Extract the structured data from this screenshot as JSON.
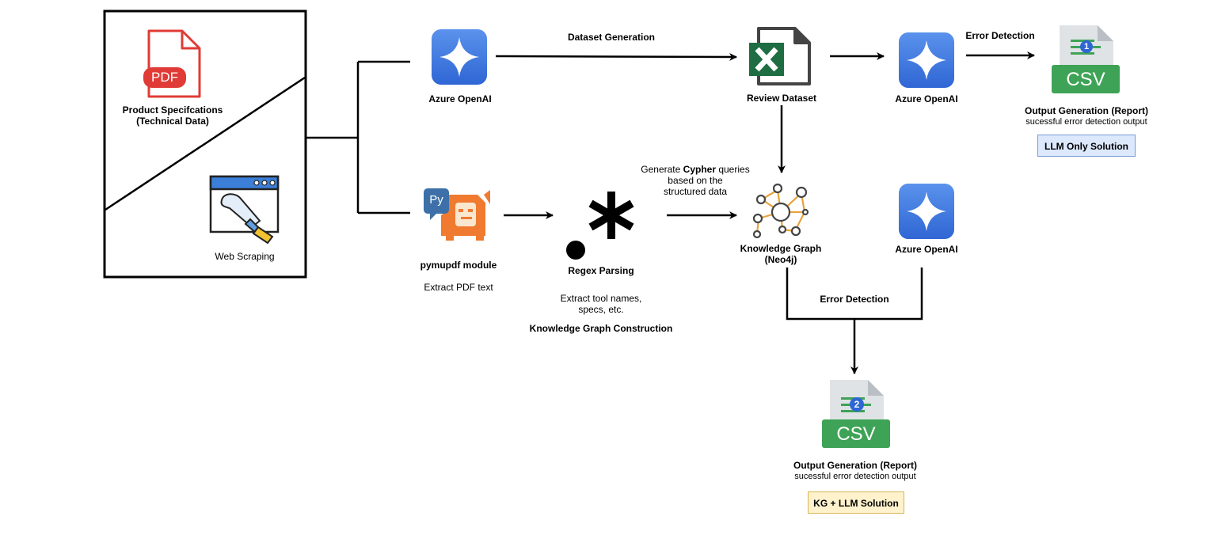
{
  "sources": {
    "pdf_badge": "PDF",
    "product_specs_line1": "Product Specifcations",
    "product_specs_line2": "(Technical Data)",
    "web_scraping": "Web Scraping"
  },
  "llm_path": {
    "dataset_generation": "Dataset Generation",
    "azure_openai_1": "Azure OpenAI",
    "review_dataset": "Review Dataset",
    "azure_openai_2": "Azure OpenAI",
    "error_detection": "Error Detection",
    "csv_badge": "CSV",
    "csv_number": "1",
    "output_title": "Output Generation (Report)",
    "output_sub": "sucessful error detection output",
    "solution_tag": "LLM Only Solution"
  },
  "kg_path": {
    "py_badge": "Py",
    "pymupdf": "pymupdf module",
    "extract_pdf": "Extract PDF text",
    "regex_parsing": "Regex Parsing",
    "extract_line1": "Extract tool names,",
    "extract_line2": "specs, etc.",
    "kg_construction": "Knowledge Graph Construction",
    "cypher_pre": "Generate ",
    "cypher_bold": "Cypher",
    "cypher_post": " queries",
    "cypher_line2": "based on the",
    "cypher_line3": "structured data",
    "kg_line1": "Knowledge Graph",
    "kg_line2": "(Neo4j)",
    "azure_openai_3": "Azure OpenAI",
    "error_detection": "Error Detection",
    "csv_badge": "CSV",
    "csv_number": "2",
    "output_title": "Output Generation (Report)",
    "output_sub": "sucessful error detection output",
    "solution_tag": "KG + LLM Solution"
  },
  "colors": {
    "azure_blue": "#3b73e0",
    "csv_green": "#3ea356",
    "pdf_red": "#e03b36",
    "excel_green": "#1f6e43",
    "llm_tag_bg": "#dce8fc",
    "llm_tag_border": "#7a9cd6",
    "kg_tag_bg": "#fff2cc",
    "kg_tag_border": "#d6b656",
    "graph_orange": "#e8a23c"
  }
}
